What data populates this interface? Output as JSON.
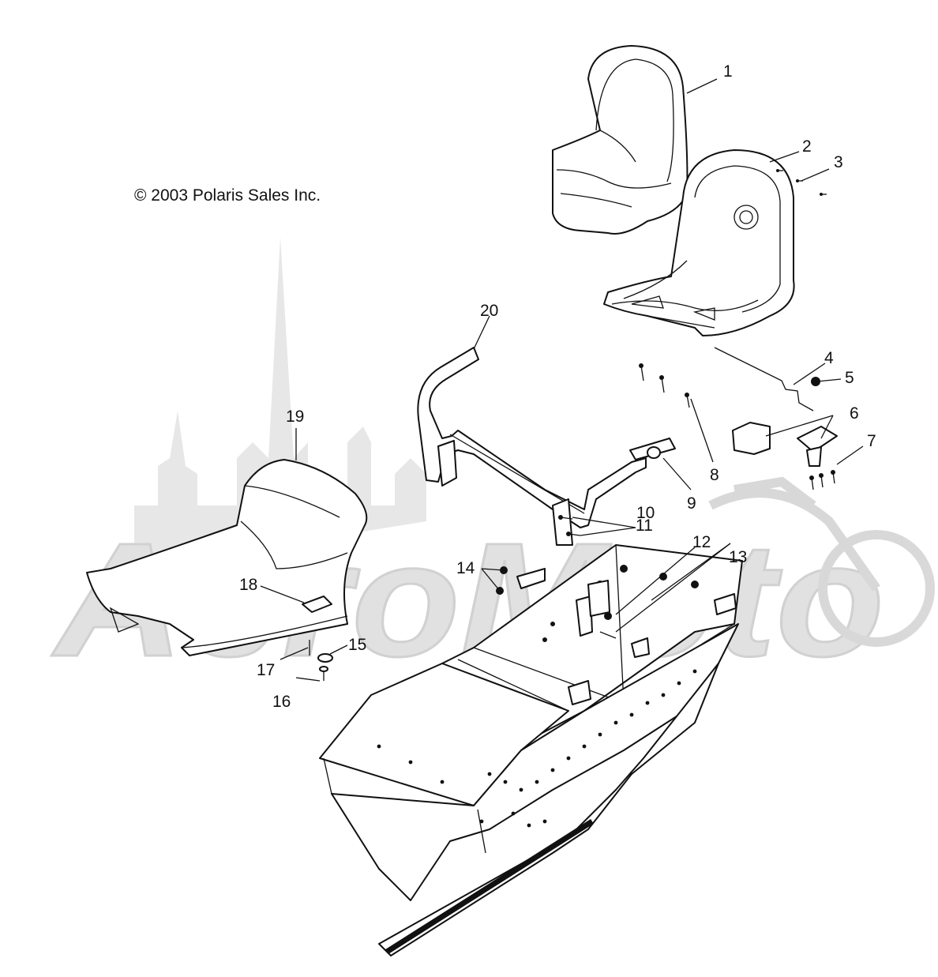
{
  "copyright": "© 2003 Polaris Sales Inc.",
  "watermark": {
    "text": "AeroMoto",
    "color": "#d7d7d7"
  },
  "callouts": [
    "1",
    "2",
    "3",
    "4",
    "5",
    "6",
    "7",
    "8",
    "9",
    "10",
    "11",
    "12",
    "13",
    "14",
    "15",
    "16",
    "17",
    "18",
    "19",
    "20"
  ]
}
